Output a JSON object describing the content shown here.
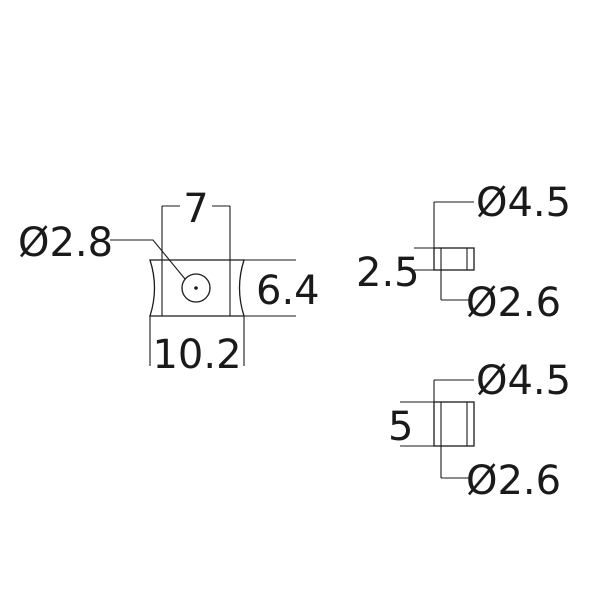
{
  "part_a": {
    "dim_top": "7",
    "dim_hole": "Ø2.8",
    "dim_height": "6.4",
    "dim_bottom": "10.2"
  },
  "part_b": {
    "dim_outer": "Ø4.5",
    "dim_length": "2.5",
    "dim_inner": "Ø2.6"
  },
  "part_c": {
    "dim_outer": "Ø4.5",
    "dim_length": "5",
    "dim_inner": "Ø2.6"
  }
}
